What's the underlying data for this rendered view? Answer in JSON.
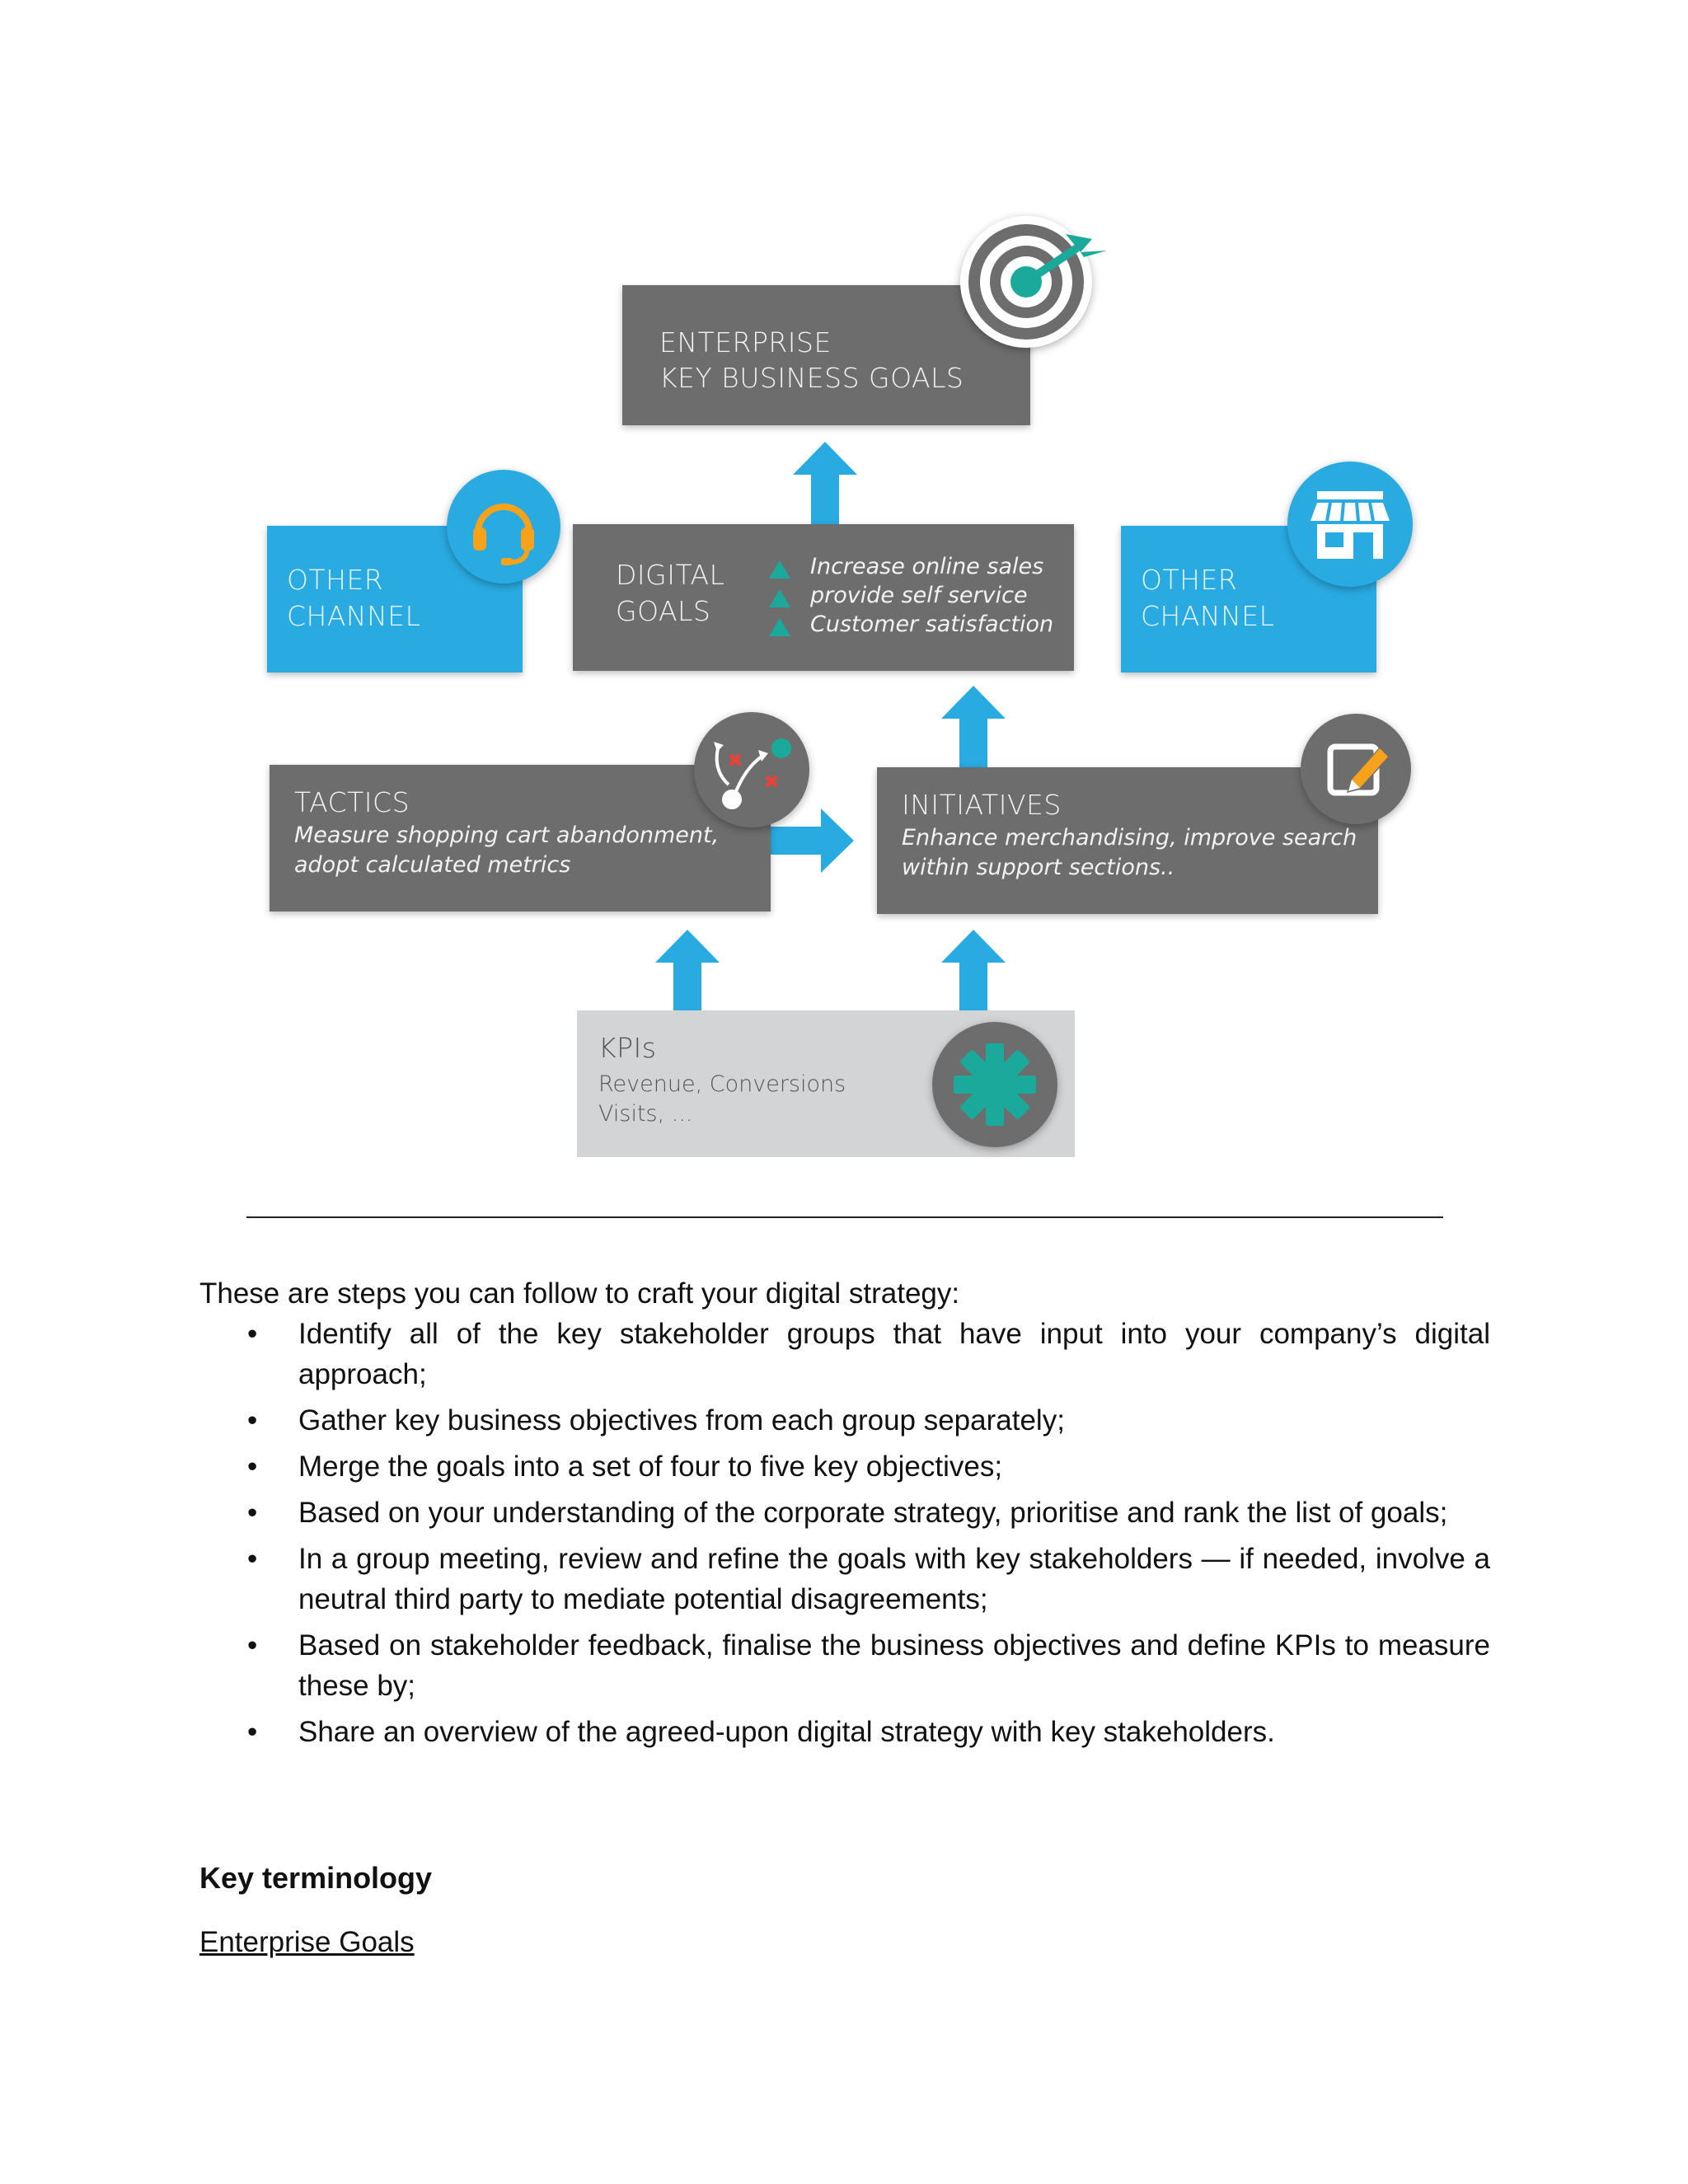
{
  "diagram": {
    "enterprise": {
      "line1": "ENTERPRISE",
      "line2": "KEY BUSINESS GOALS",
      "icon": "target-icon"
    },
    "other_channel_left": {
      "line1": "OTHER",
      "line2": "CHANNEL",
      "icon": "headset-icon"
    },
    "digital_goals": {
      "line1": "DIGITAL",
      "line2": "GOALS",
      "items": [
        "Increase online sales",
        "provide self service",
        "Customer satisfaction"
      ]
    },
    "other_channel_right": {
      "line1": "OTHER",
      "line2": "CHANNEL",
      "icon": "store-icon"
    },
    "tactics": {
      "title": "TACTICS",
      "desc1": "Measure shopping cart abandonment,",
      "desc2": "adopt calculated metrics",
      "icon": "strategy-icon"
    },
    "initiatives": {
      "title": "INITIATIVES",
      "desc1": "Enhance merchandising, improve search",
      "desc2": "within support sections..",
      "icon": "edit-icon"
    },
    "kpis": {
      "title": "KPIs",
      "desc1": "Revenue, Conversions",
      "desc2": "Visits, ...",
      "icon": "asterisk-icon"
    },
    "colors": {
      "dark_box": "#6d6d6d",
      "blue_box": "#29abe2",
      "light_box": "#d3d4d6",
      "teal": "#1aa99a",
      "arrow": "#29abe2"
    }
  },
  "document": {
    "intro": "These are steps you can follow to craft your digital strategy:",
    "bullet_char": "•",
    "steps": [
      "Identify all of the key stakeholder groups that have input into your company’s digital approach;",
      "Gather key business objectives from each group separately;",
      "Merge the goals into a set of four to five key objectives;",
      "Based on your understanding of the corporate strategy, prioritise and rank the list of goals;",
      "In a group meeting, review and refine the goals with key stakeholders — if needed, involve a neutral third party to mediate potential disagreements;",
      "Based on stakeholder feedback, finalise the business objectives and define KPIs to measure these by;",
      "Share an overview of the agreed-upon digital strategy with key stakeholders."
    ],
    "heading": "Key terminology",
    "link": "Enterprise Goals"
  }
}
